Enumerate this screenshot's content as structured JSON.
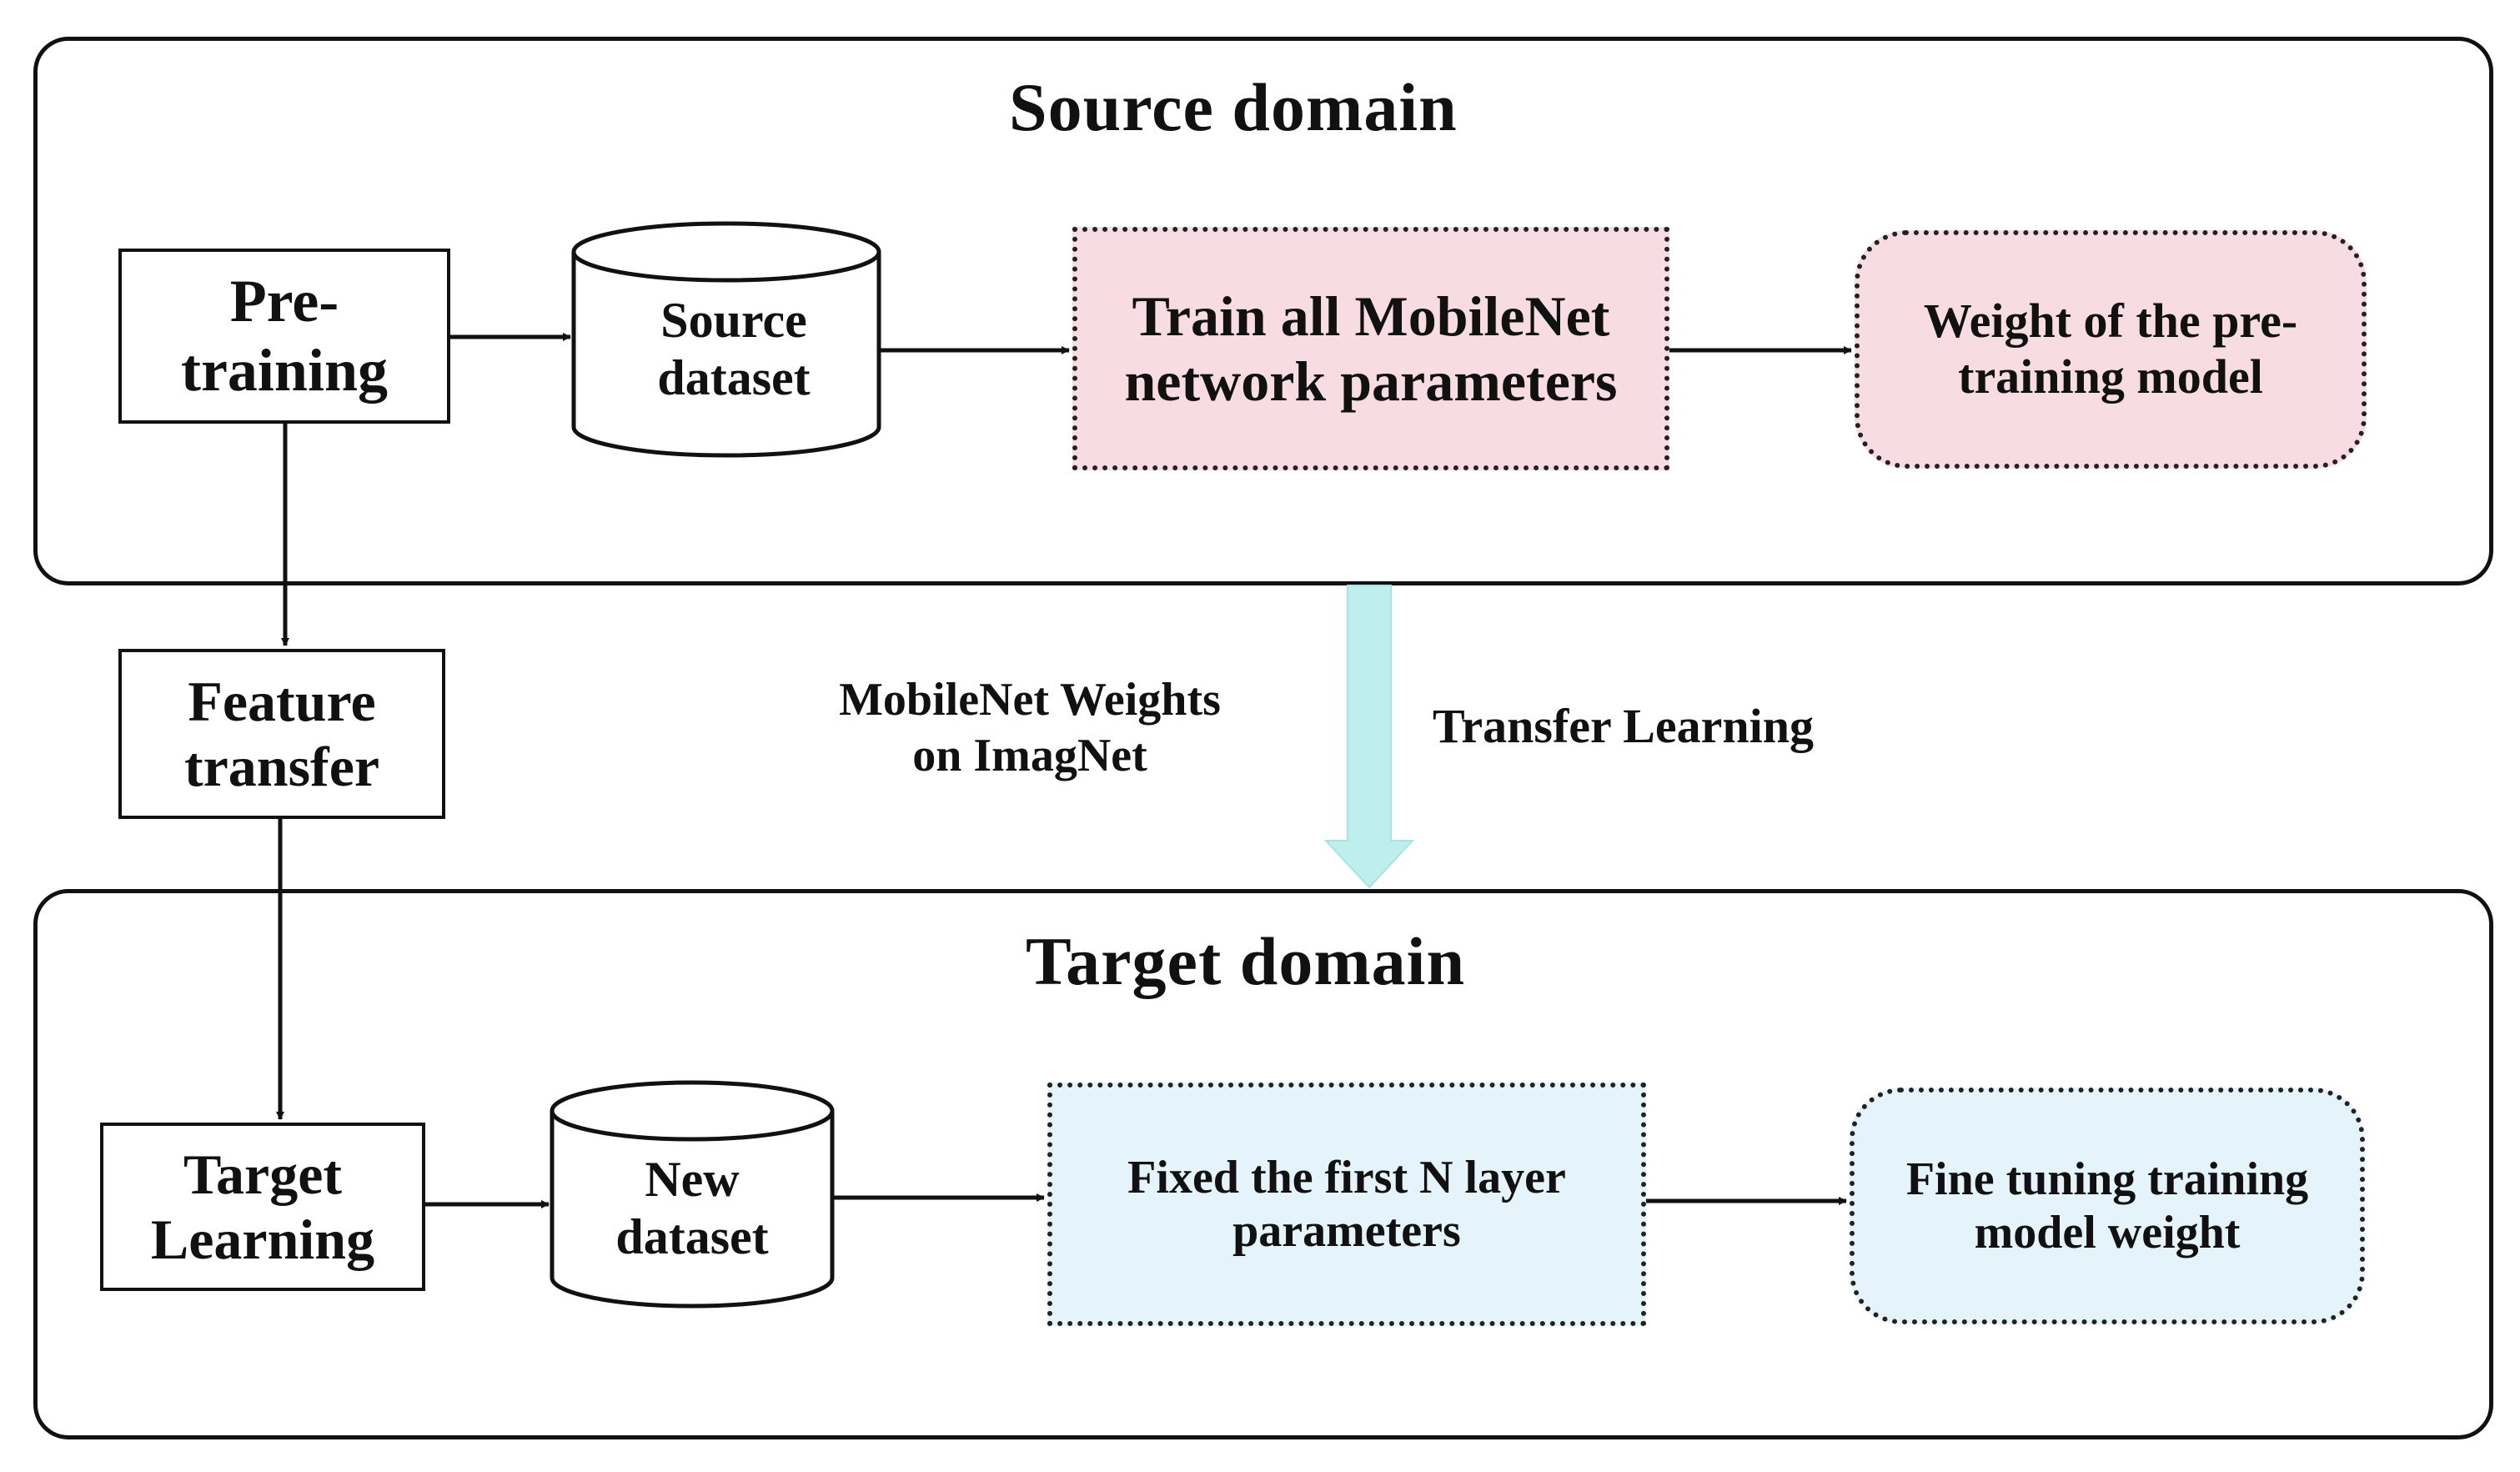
{
  "diagram": {
    "source_domain": {
      "title": "Source domain",
      "pretraining_label": "Pre-\ntraining",
      "source_dataset_label": "Source\ndataset",
      "train_all_label": "Train all MobileNet\nnetwork parameters",
      "weight_pre_label": "Weight of the pre-\ntraining model"
    },
    "middle": {
      "feature_transfer_label": "Feature\ntransfer",
      "weights_label": "MobileNet Weights\non ImagNet",
      "transfer_learning_label": "Transfer Learning"
    },
    "target_domain": {
      "title": "Target domain",
      "target_learning_label": "Target\nLearning",
      "new_dataset_label": "New\ndataset",
      "fixed_label": "Fixed the first N layer\nparameters",
      "fine_tuning_label": "Fine tuning training\nmodel weight"
    },
    "colors": {
      "pink_fill": "#f7dde3",
      "blue_fill": "#e5f3fb",
      "transfer_arrow": "#bfeeee",
      "stroke": "#111111"
    }
  }
}
